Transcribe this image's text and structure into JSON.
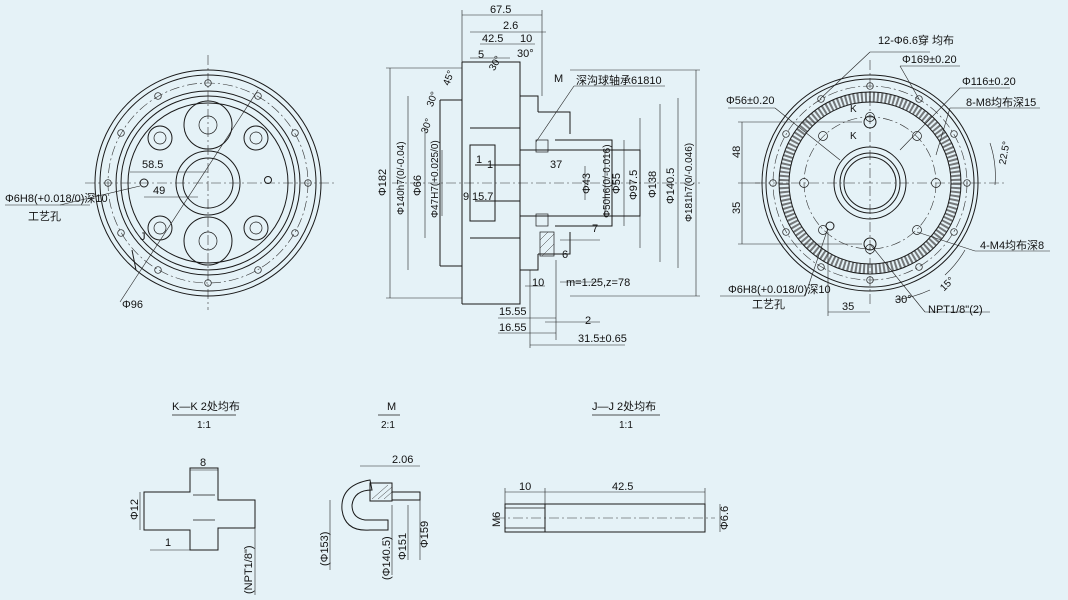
{
  "front_view": {
    "labels": {
      "d96": "Φ96",
      "d58_5": "58.5",
      "d49": "49",
      "hole": "Φ6H8(+0.018/0)深10",
      "process_hole": "工艺孔",
      "j_mark": "J"
    }
  },
  "side_view": {
    "top_dims": [
      "67.5",
      "2.6",
      "42.5",
      "10",
      "5",
      "30°",
      "30°",
      "45°",
      "30°",
      "30°"
    ],
    "m_mark": "M",
    "bearing": "深沟球轴承61810",
    "vertical_dims": [
      "Φ182",
      "Φ140h7(0/-0.04)",
      "Φ66",
      "Φ47H7(+0.025/0)",
      "Φ43",
      "Φ50h6(0/-0.016)",
      "Φ55",
      "Φ97.5",
      "Φ138",
      "Φ140.5",
      "Φ181h7(0/-0.046)"
    ],
    "inner_dims": [
      "1",
      "1",
      "9",
      "15.7",
      "37",
      "7",
      "6",
      "10"
    ],
    "gear": "m=1.25,z=78",
    "bottom_dims": [
      "15.55",
      "16.55",
      "2",
      "31.5±0.65"
    ]
  },
  "right_view": {
    "labels": {
      "holes12": "12-Φ6.6穿 均布",
      "d169": "Φ169±0.20",
      "d116": "Φ116±0.20",
      "d56": "Φ56±0.20",
      "m8": "8-M8均布深15",
      "k1": "K",
      "k2": "K",
      "d48": "48",
      "d35v": "35",
      "a22_5": "22.5°",
      "m4": "4-M4均布深8",
      "hole": "Φ6H8(+0.018/0)深10",
      "process_hole": "工艺孔",
      "a15": "15°",
      "a30": "30°",
      "d35h": "35",
      "npt": "NPT1/8\"(2)"
    }
  },
  "detail_kk": {
    "title": "K—K 2处均布",
    "scale": "1:1",
    "dims": [
      "8",
      "Φ12",
      "1",
      "(NPT1/8\")"
    ]
  },
  "detail_m": {
    "title": "M",
    "scale": "2:1",
    "dims": [
      "2.06",
      "(Φ153)",
      "(Φ140.5)",
      "Φ151",
      "Φ159"
    ]
  },
  "detail_jj": {
    "title": "J—J 2处均布",
    "scale": "1:1",
    "dims": [
      "10",
      "42.5",
      "M6",
      "Φ6.6"
    ]
  }
}
